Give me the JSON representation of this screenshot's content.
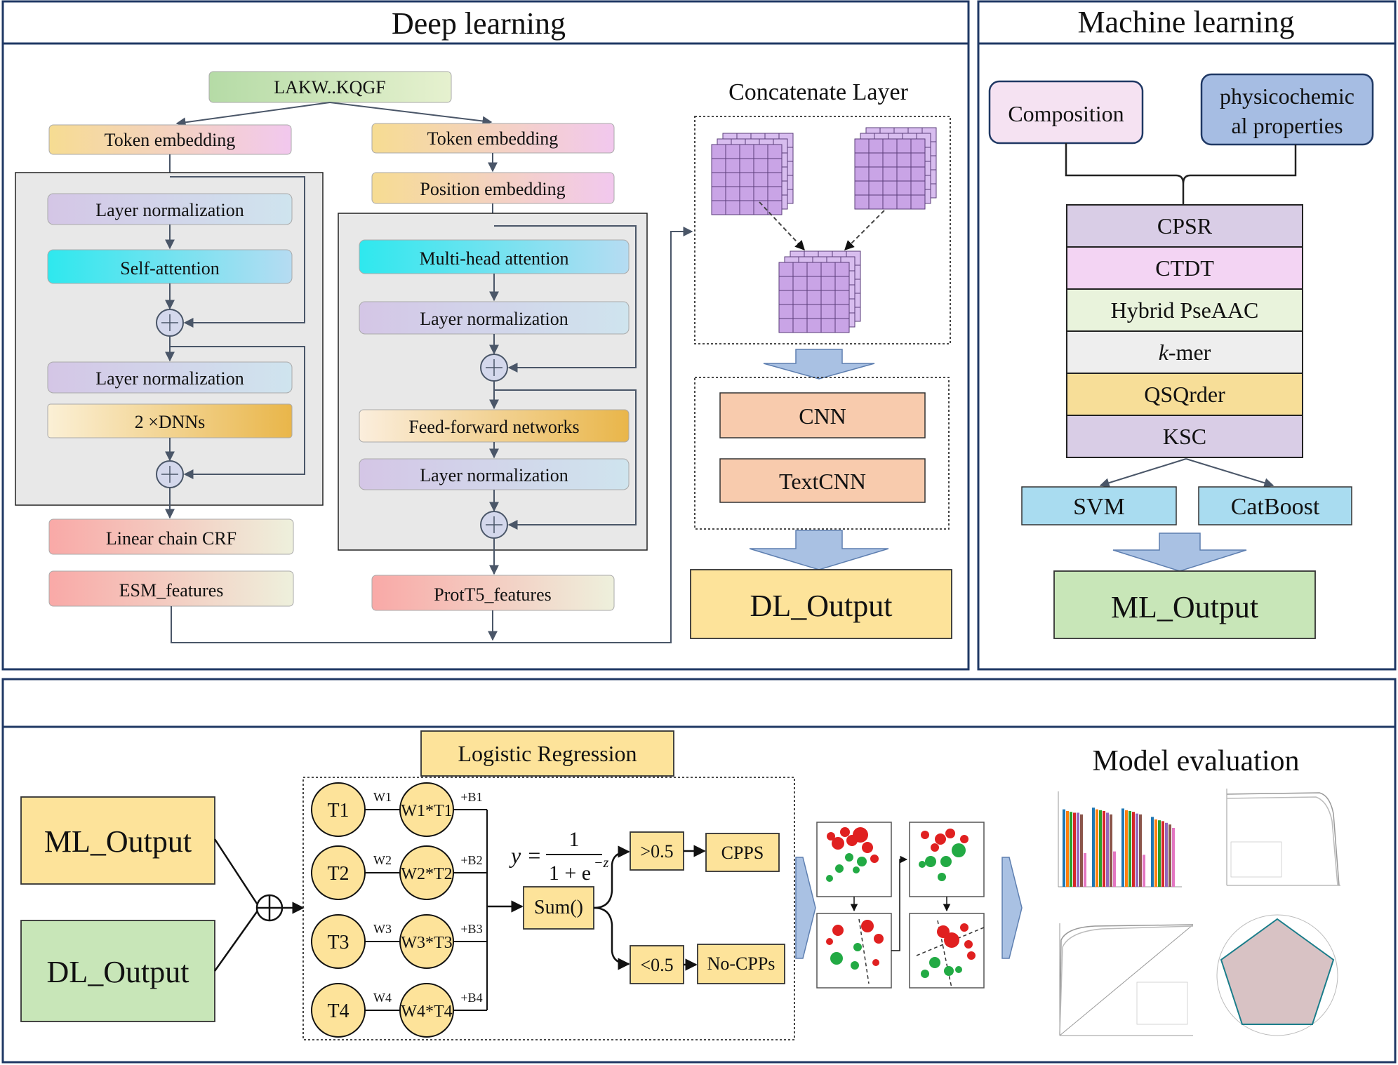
{
  "sections": {
    "deep_learning": "Deep learning",
    "machine_learning": "Machine learning",
    "model_evaluation": "Model evaluation"
  },
  "dl": {
    "input": "LAKW..KQGF",
    "esm": {
      "token_embedding": "Token embedding",
      "layer_norm_1": "Layer normalization",
      "self_attention": "Self-attention",
      "layer_norm_2": "Layer normalization",
      "dnns": "2 ×DNNs",
      "crf": "Linear chain CRF",
      "features": "ESM_features"
    },
    "prot": {
      "token_embedding": "Token embedding",
      "position_embedding": "Position embedding",
      "mha": "Multi-head attention",
      "layer_norm_1": "Layer normalization",
      "ffn": "Feed-forward networks",
      "layer_norm_2": "Layer normalization",
      "features": "ProtT5_features"
    },
    "concat_title": "Concatenate Layer",
    "cnn": "CNN",
    "textcnn": "TextCNN",
    "output": "DL_Output"
  },
  "ml": {
    "composition": "Composition",
    "physico_1": "physicochemic",
    "physico_2": "al properties",
    "features": [
      {
        "name": "CPSR",
        "color": "#d9cde6"
      },
      {
        "name": "CTDT",
        "color": "#f3d4f3"
      },
      {
        "name": "Hybrid PseAAC",
        "color": "#e9f3dc"
      },
      {
        "name": "k-mer",
        "color": "#eeeeee"
      },
      {
        "name": "QSQrder",
        "color": "#f7de98"
      },
      {
        "name": "KSC",
        "color": "#d9cde6"
      }
    ],
    "kmer_k": "k",
    "kmer_rest": "-mer",
    "svm": "SVM",
    "catboost": "CatBoost",
    "output": "ML_Output"
  },
  "ensemble": {
    "ml_output": "ML_Output",
    "dl_output": "DL_Output",
    "lr_title": "Logistic Regression",
    "nodes": [
      {
        "t": "T1",
        "w": "W1",
        "wt": "W1*T1",
        "b": "+B1"
      },
      {
        "t": "T2",
        "w": "W2",
        "wt": "W2*T2",
        "b": "+B2"
      },
      {
        "t": "T3",
        "w": "W3",
        "wt": "W3*T3",
        "b": "+B3"
      },
      {
        "t": "T4",
        "w": "W4",
        "wt": "W4*T4",
        "b": "+B4"
      }
    ],
    "formula_y": "y =",
    "formula_num": "1",
    "formula_den": "1 + e",
    "formula_exp": "−z",
    "sum": "Sum()",
    "gt": ">0.5",
    "lt": "<0.5",
    "cpps": "CPPS",
    "no_cpps": "No-CPPs"
  },
  "colors": {
    "border": "#1f3864",
    "arrow": "#4a5668",
    "yellow": "#fde39a",
    "green": "#c8e6b8",
    "blue_arrow": "#a9c1e3",
    "panel_gray": "#e8e8e8",
    "red_dot": "#e02020",
    "green_dot": "#22aa44"
  }
}
